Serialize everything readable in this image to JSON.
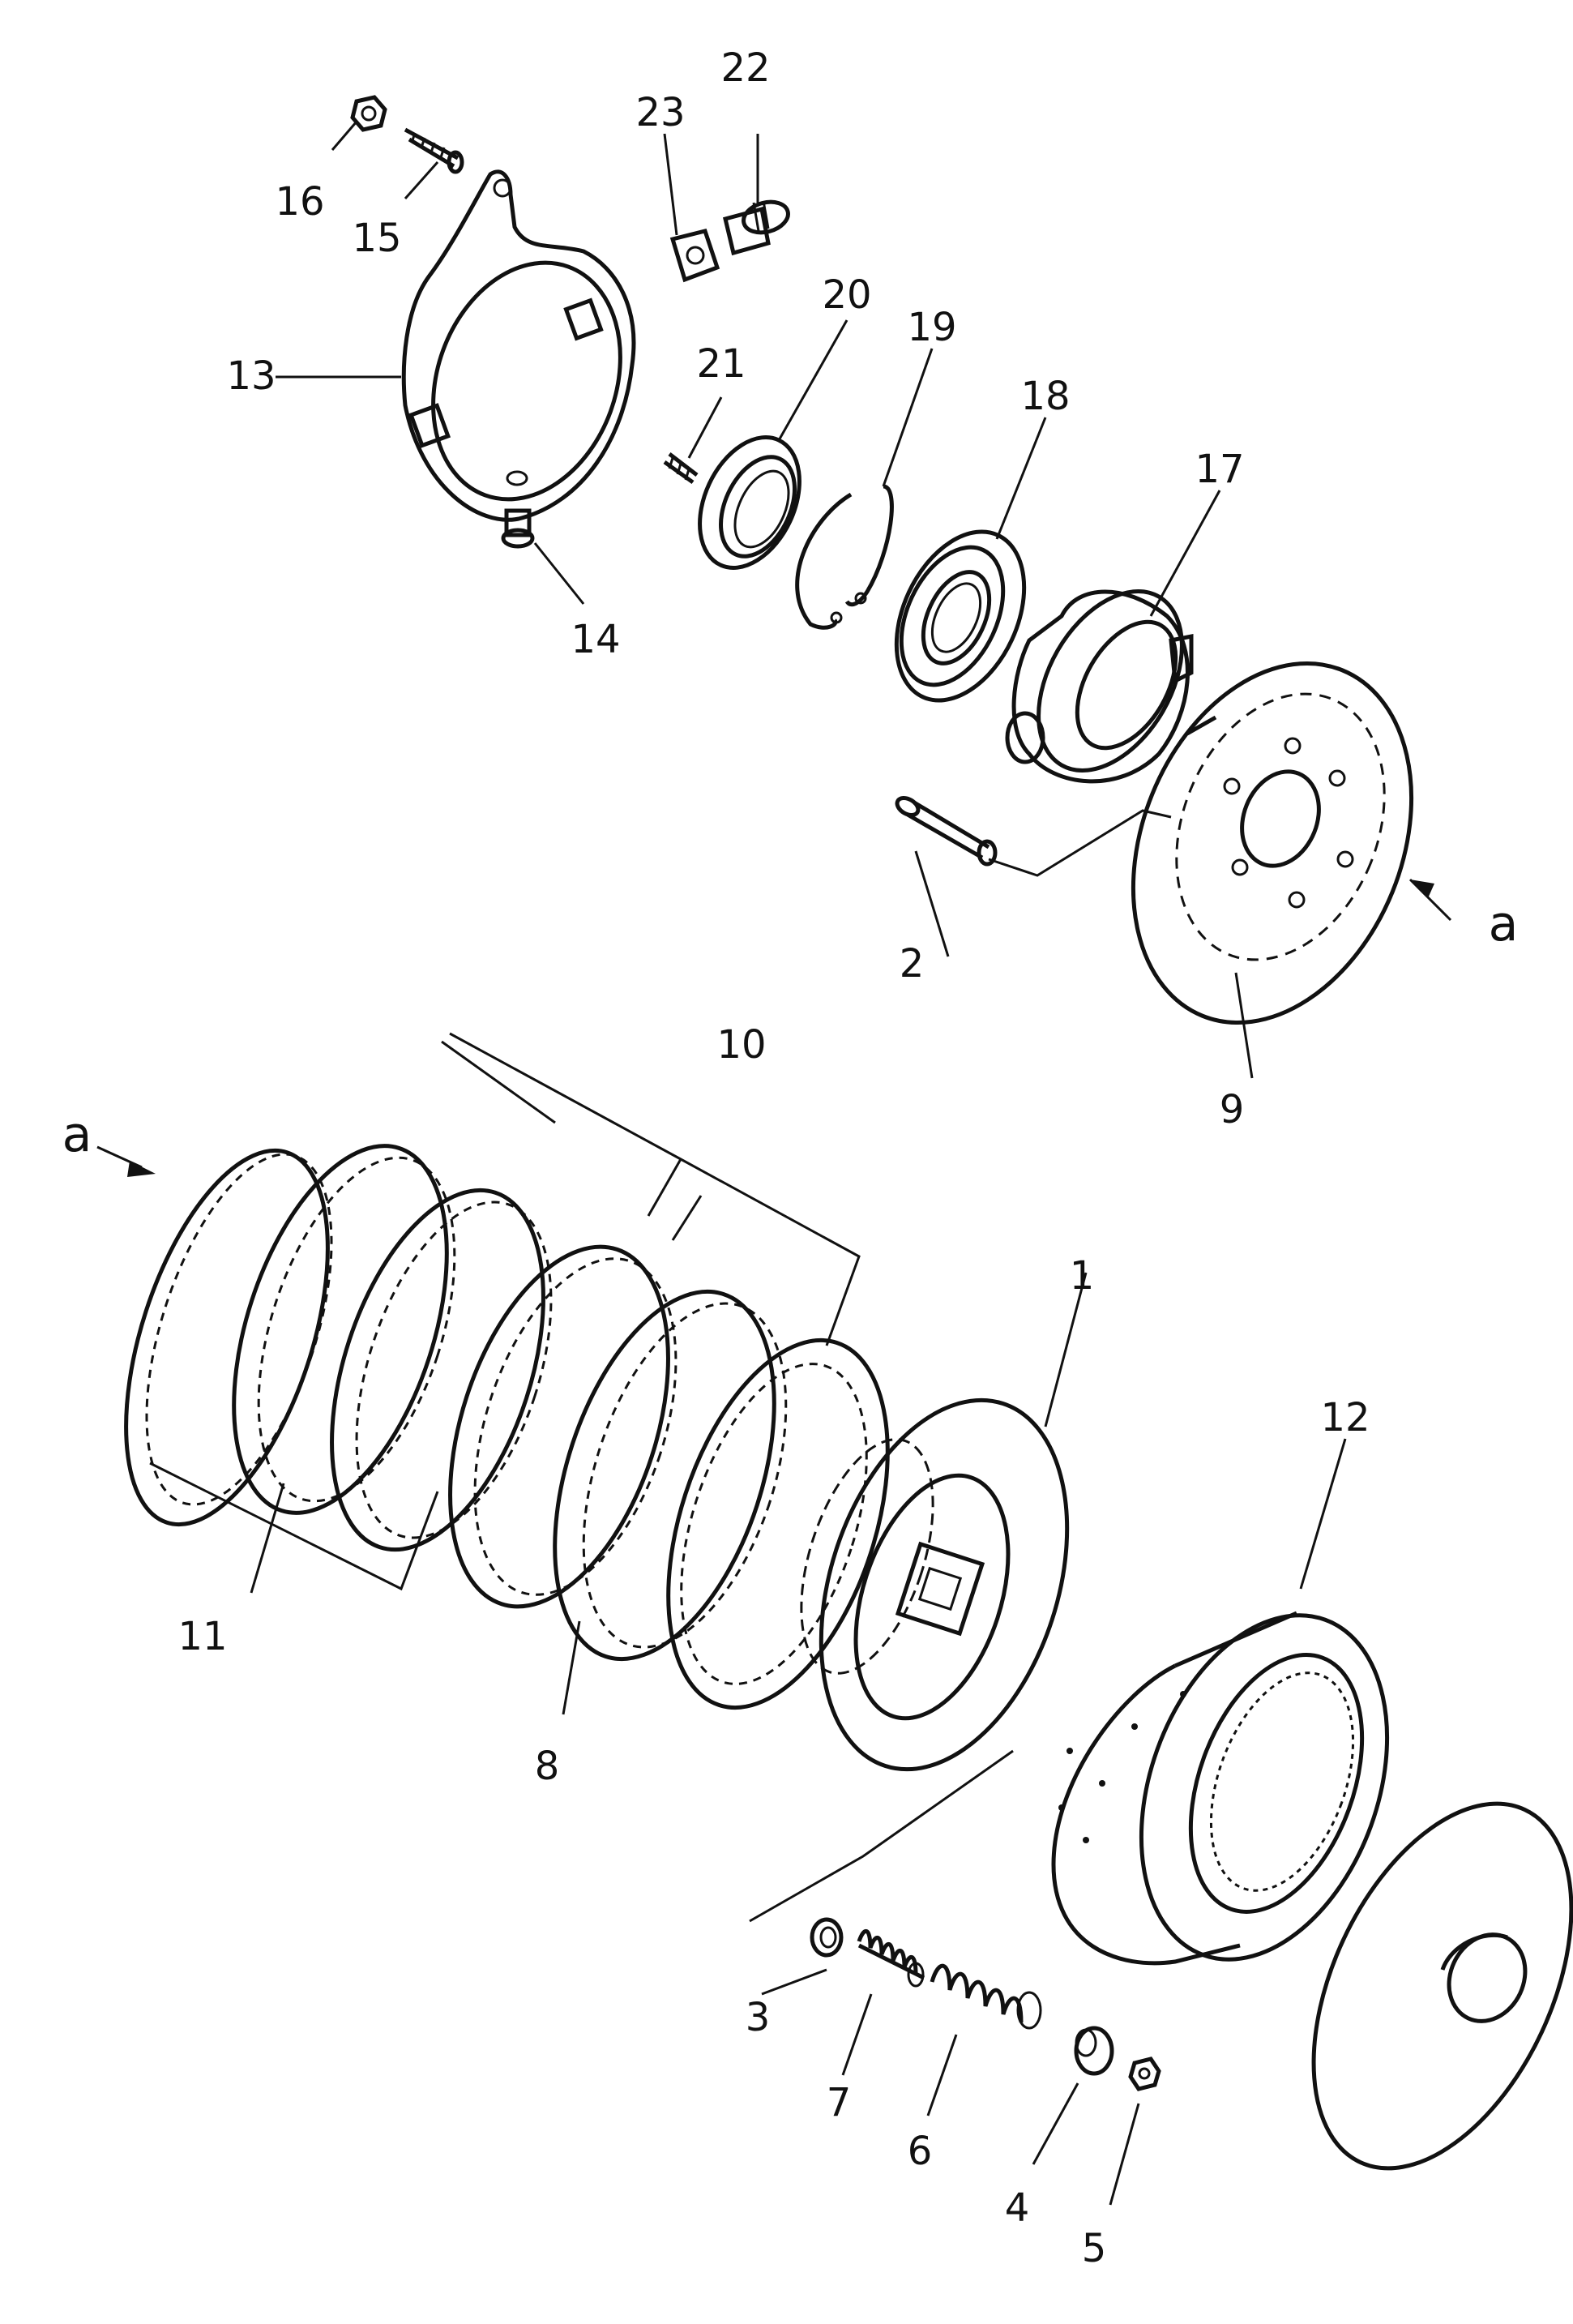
{
  "diagram": {
    "labels": {
      "p1": "1",
      "p2": "2",
      "p3": "3",
      "p4": "4",
      "p5": "5",
      "p6": "6",
      "p7": "7",
      "p8": "8",
      "p9": "9",
      "p10": "10",
      "p11": "11",
      "p12": "12",
      "p13": "13",
      "p14": "14",
      "p15": "15",
      "p16": "16",
      "p17": "17",
      "p18": "18",
      "p19": "19",
      "p20": "20",
      "p21": "21",
      "p22": "22",
      "p23": "23",
      "view_a_top": "a",
      "view_a_bottom": "a"
    }
  }
}
